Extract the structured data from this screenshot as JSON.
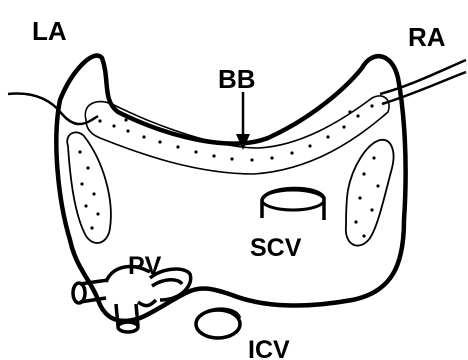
{
  "labels": {
    "left_atrium": "LA",
    "right_atrium": "RA",
    "bachmann_bundle": "BB",
    "superior_caval_vein": "SCV",
    "pulmonary_veins": "PV",
    "inferior_caval_vein": "ICV"
  },
  "colors": {
    "stroke": "#000000",
    "background": "#ffffff"
  }
}
